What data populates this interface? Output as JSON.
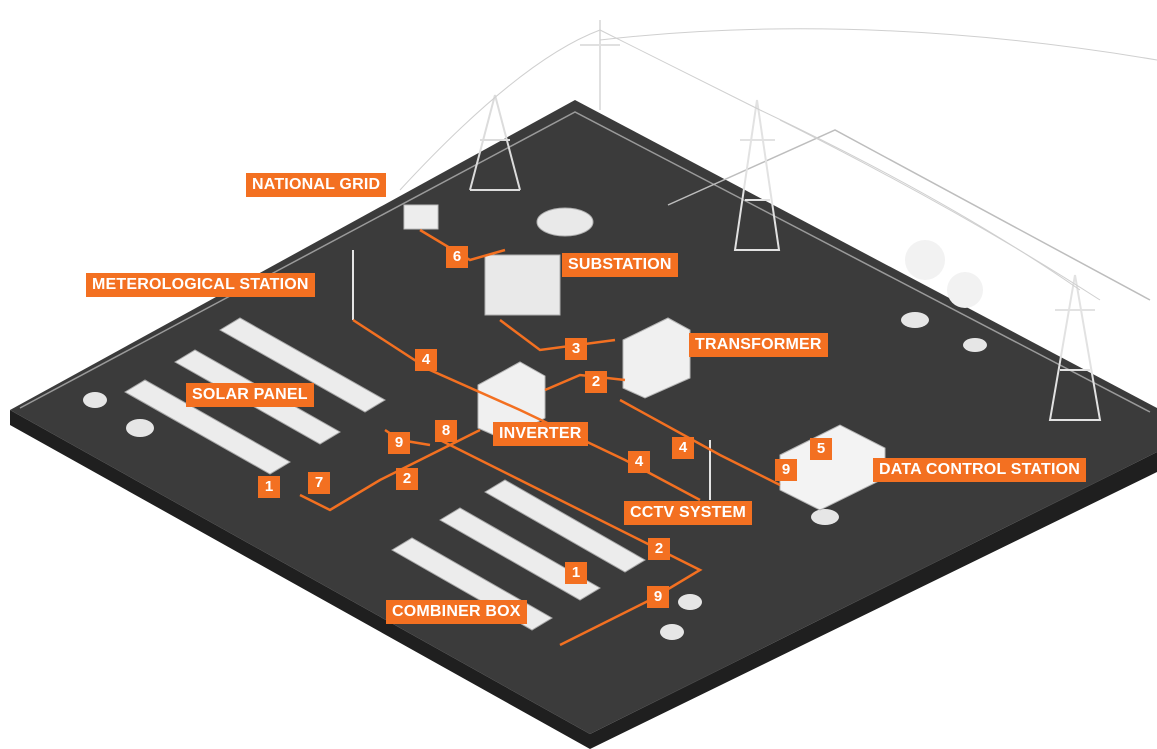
{
  "colors": {
    "accent": "#f37021",
    "ground": "#3a3a3a",
    "ground_edge": "#1e1e1e",
    "equipment": "#eeeeee"
  },
  "labels": {
    "national_grid": "NATIONAL GRID",
    "substation": "SUBSTATION",
    "meteorological_station": "METEROLOGICAL STATION",
    "transformer": "TRANSFORMER",
    "solar_panel": "SOLAR PANEL",
    "inverter": "INVERTER",
    "cctv_system": "CCTV SYSTEM",
    "data_control_station": "DATA CONTROL STATION",
    "combiner_box": "COMBINER BOX"
  },
  "markers": {
    "m6": "6",
    "m4a": "4",
    "m3": "3",
    "m2a": "2",
    "m9a": "9",
    "m8": "8",
    "m1a": "1",
    "m7": "7",
    "m2b": "2",
    "m4b": "4",
    "m4c": "4",
    "m9b": "9",
    "m5": "5",
    "m2c": "2",
    "m1b": "1",
    "m9c": "9"
  }
}
